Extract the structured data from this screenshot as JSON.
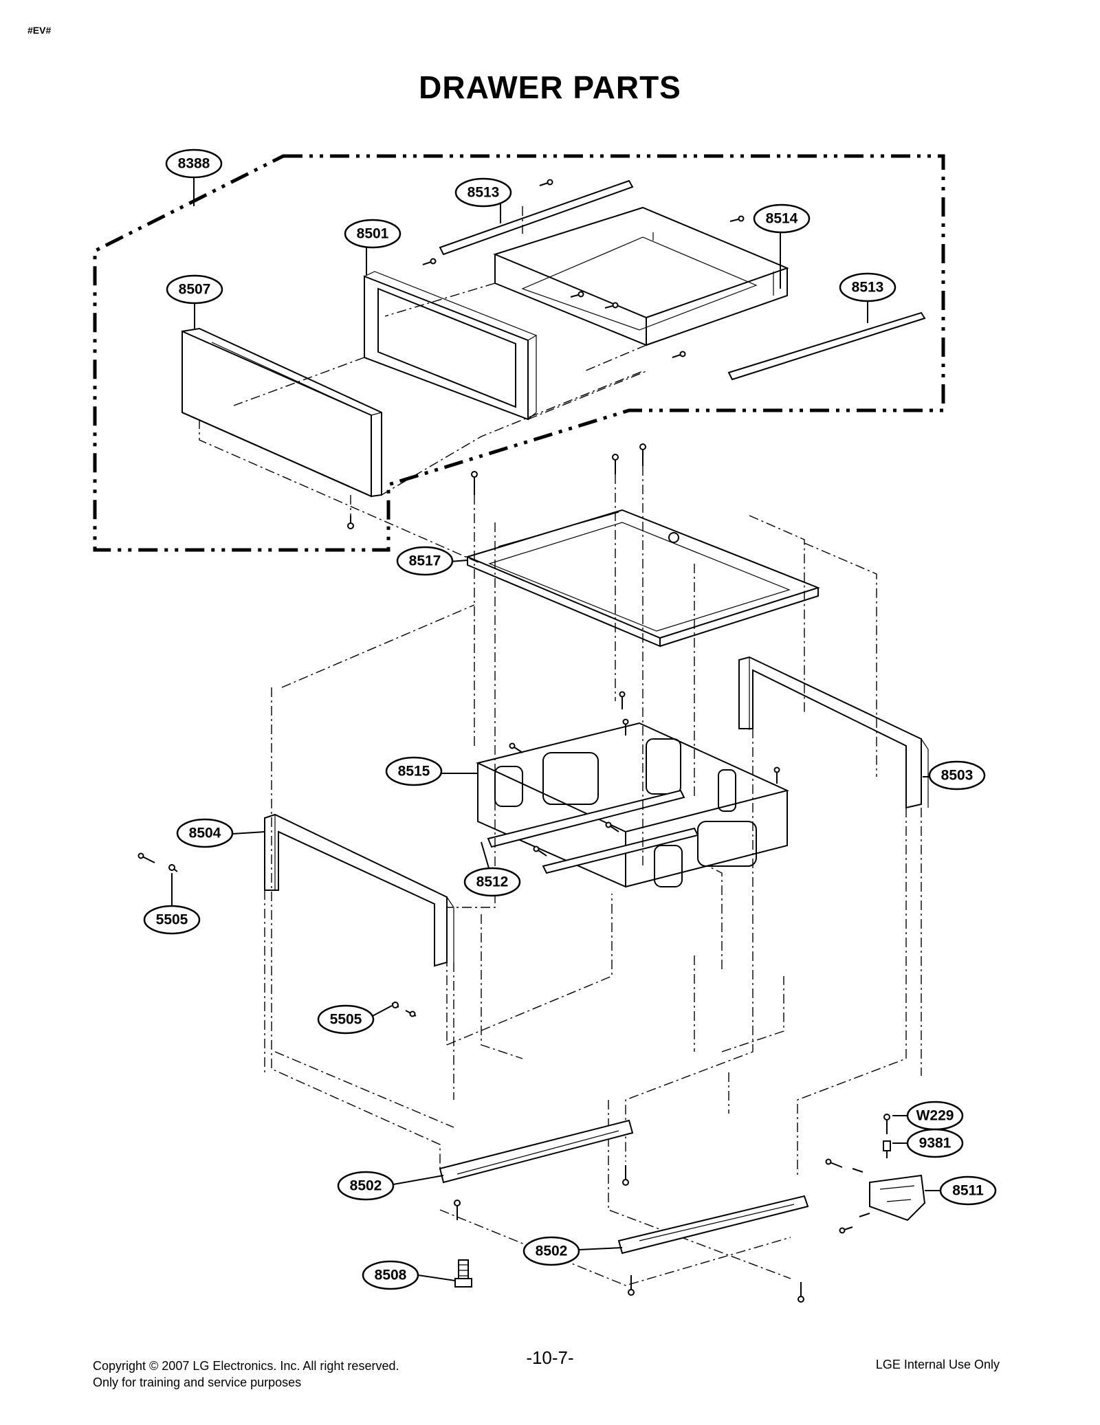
{
  "page": {
    "tag": "#EV#",
    "title": "DRAWER PARTS",
    "page_number": "-10-7-",
    "copyright_line1": "Copyright © 2007 LG Electronics. Inc. All right reserved.",
    "copyright_line2": "Only for training and service purposes",
    "internal_use": "LGE Internal Use Only"
  },
  "callouts": {
    "c8388": "8388",
    "c8513a": "8513",
    "c8501": "8501",
    "c8514": "8514",
    "c8507": "8507",
    "c8513b": "8513",
    "c8517": "8517",
    "c8515": "8515",
    "c8503": "8503",
    "c8504": "8504",
    "c8512": "8512",
    "c5505a": "5505",
    "c5505b": "5505",
    "cW229": "W229",
    "c9381": "9381",
    "c8511": "8511",
    "c8502a": "8502",
    "c8502b": "8502",
    "c8508": "8508"
  }
}
